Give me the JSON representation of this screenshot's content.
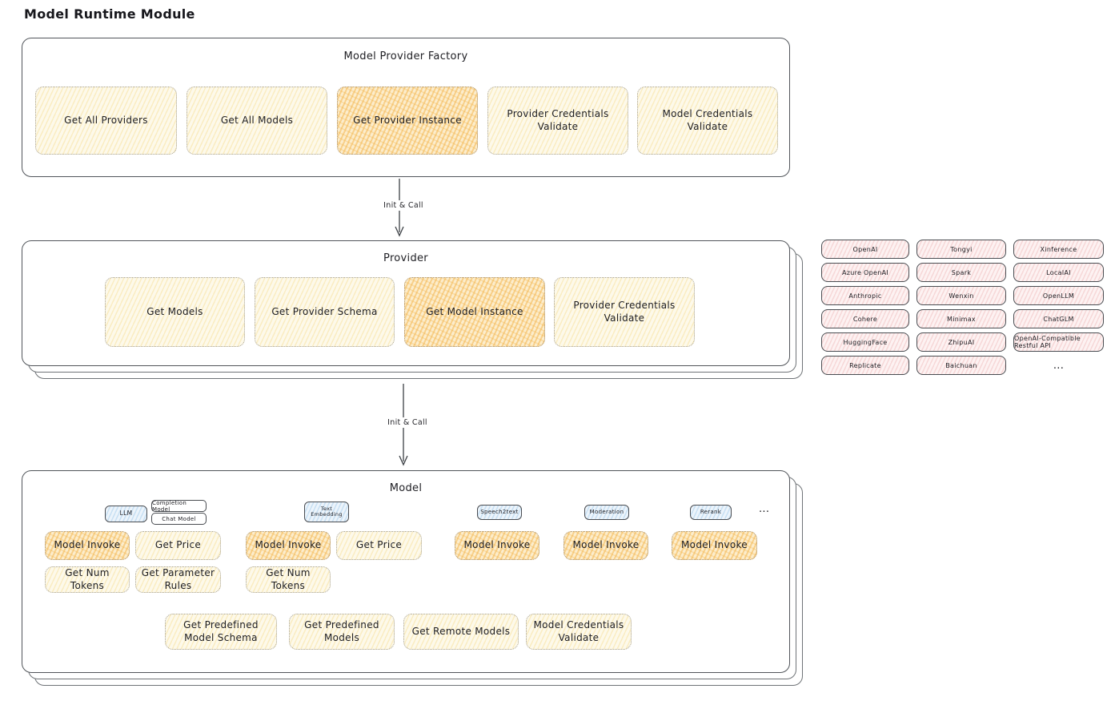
{
  "page_title": "Model Runtime Module",
  "colors": {
    "highlight_orange": "#fbe7bd",
    "soft_yellow": "#fdf9ea",
    "provider_pink": "#fdf2f2",
    "tag_blue": "#ecf4fb",
    "border_dark": "#3c4045"
  },
  "arrows": {
    "factory_to_provider_label": "Init & Call",
    "provider_to_model_label": "Init & Call"
  },
  "factory": {
    "title": "Model Provider Factory",
    "buttons": [
      {
        "label": "Get All Providers",
        "highlighted": false
      },
      {
        "label": "Get All Models",
        "highlighted": false
      },
      {
        "label": "Get Provider Instance",
        "highlighted": true
      },
      {
        "label": "Provider Credentials Validate",
        "highlighted": false
      },
      {
        "label": "Model Credentials Validate",
        "highlighted": false
      }
    ]
  },
  "provider": {
    "title": "Provider",
    "buttons": [
      {
        "label": "Get Models",
        "highlighted": false
      },
      {
        "label": "Get Provider Schema",
        "highlighted": false
      },
      {
        "label": "Get Model Instance",
        "highlighted": true
      },
      {
        "label": "Provider Credentials Validate",
        "highlighted": false
      }
    ]
  },
  "provider_list": {
    "rows": [
      [
        "OpenAI",
        "Tongyi",
        "Xinference"
      ],
      [
        "Azure OpenAI",
        "Spark",
        "LocalAI"
      ],
      [
        "Anthropic",
        "Wenxin",
        "OpenLLM"
      ],
      [
        "Cohere",
        "Minimax",
        "ChatGLM"
      ],
      [
        "HuggingFace",
        "ZhipuAI",
        "OpenAI-Compatible Restful API"
      ],
      [
        "Replicate",
        "Baichuan"
      ]
    ],
    "more_label": "..."
  },
  "model": {
    "title": "Model",
    "tags": {
      "llm": "LLM",
      "completion_model": "Completion Model",
      "chat_model": "Chat Model",
      "text_embedding": "Text Embedding",
      "speech2text": "Speech2text",
      "moderation": "Moderation",
      "rerank": "Rerank",
      "more": "..."
    },
    "llm_group": {
      "model_invoke": "Model Invoke",
      "get_price": "Get Price",
      "get_num_tokens": "Get Num Tokens",
      "get_parameter_rules": "Get Parameter Rules"
    },
    "text_embedding_group": {
      "model_invoke": "Model Invoke",
      "get_price": "Get Price",
      "get_num_tokens": "Get Num Tokens"
    },
    "speech2text_group": {
      "model_invoke": "Model Invoke"
    },
    "moderation_group": {
      "model_invoke": "Model Invoke"
    },
    "rerank_group": {
      "model_invoke": "Model Invoke"
    },
    "bottom_buttons": [
      {
        "label": "Get Predefined Model Schema"
      },
      {
        "label": "Get Predefined Models"
      },
      {
        "label": "Get Remote Models"
      },
      {
        "label": "Model Credentials Validate"
      }
    ]
  }
}
